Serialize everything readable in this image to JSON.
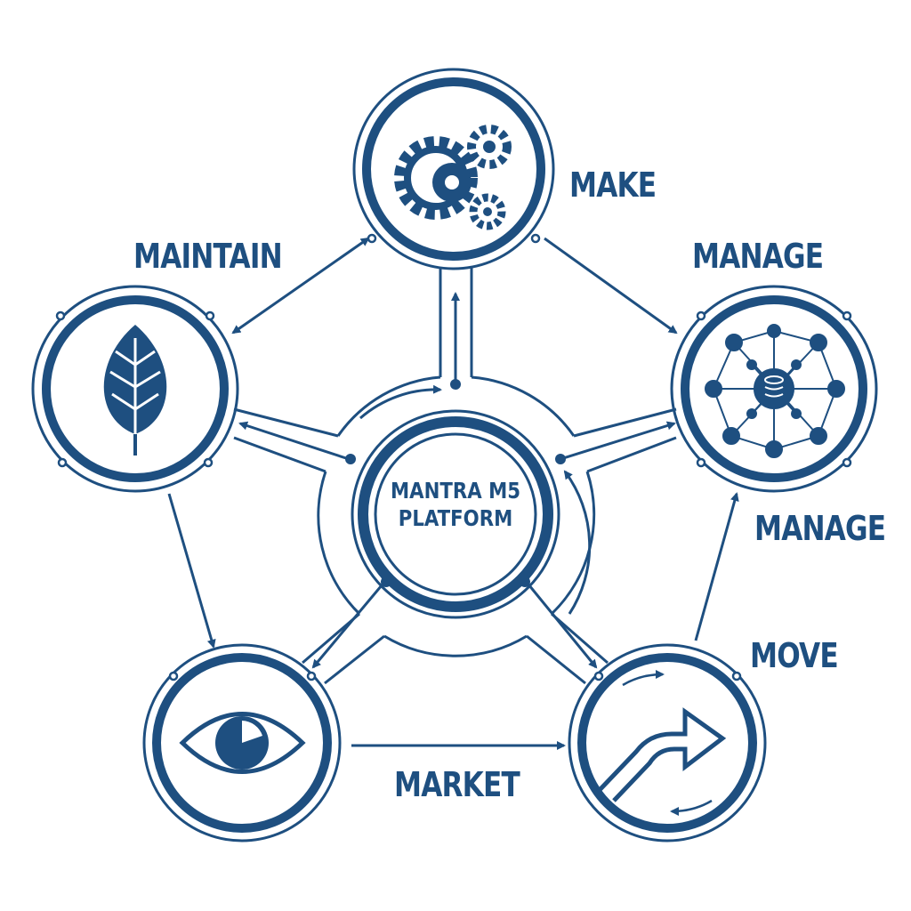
{
  "center": {
    "line1": "MANTRA M5",
    "line2": "PLATFORM"
  },
  "nodes": [
    {
      "label": "MAKE",
      "icon": "gears-icon"
    },
    {
      "label": "MAINTAIN",
      "icon": "leaf-icon"
    },
    {
      "label": "MANAGE",
      "icon": "network-database-icon"
    },
    {
      "label": "MARKET",
      "icon": "eye-icon"
    },
    {
      "label": "MOVE",
      "icon": "curved-arrow-icon"
    }
  ],
  "extra_labels": {
    "manage_secondary": "MANAGE"
  },
  "colors": {
    "primary": "#1e4f80",
    "background": "#ffffff"
  }
}
